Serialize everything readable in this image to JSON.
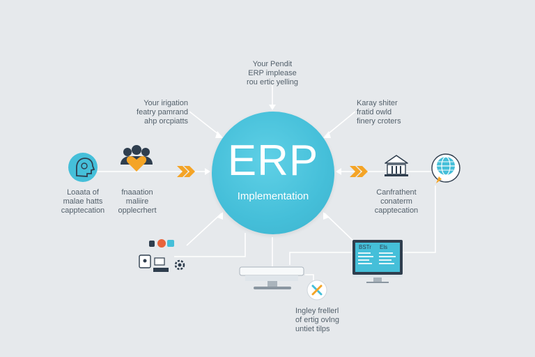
{
  "hub": {
    "title": "ERP",
    "subtitle": "Implementation"
  },
  "labels": {
    "top": "Your Pendit\nERP implease\nrou ertic yelling",
    "top_left": "Your irigation\nfeatry pamrand\nahp orcpiatts",
    "top_right": "Karay shiter\nfratid owld\nfinery croters",
    "left_far": "Loaata of\nmalae hatts\ncapptecation",
    "left_mid": "fnaaation\nmaliire\nopplecrhert",
    "right_mid": "Canfrathent\nconaterm\ncapptecation",
    "bottom": "Ingley frellerl\nof ertig ovlng\nuntiet tilps"
  },
  "screen": {
    "left_text": "BSTr",
    "right_text": "Els"
  },
  "colors": {
    "background": "#e6e9ec",
    "hub": "#45bfd9",
    "accent_orange": "#f4a426",
    "accent_blue": "#45bfd9",
    "navy": "#2f3e4e",
    "line": "#ffffff"
  },
  "icons": {
    "left_far": "head-gears-icon",
    "left_mid": "team-heart-icon",
    "right_mid": "bank-building-icon",
    "right_far": "globe-pin-icon",
    "bottom_left": "devices-gear-icon",
    "bottom_center": "server-desk-icon",
    "bottom_badge": "x-badge-icon",
    "bottom_right": "monitor-dashboard-icon"
  }
}
